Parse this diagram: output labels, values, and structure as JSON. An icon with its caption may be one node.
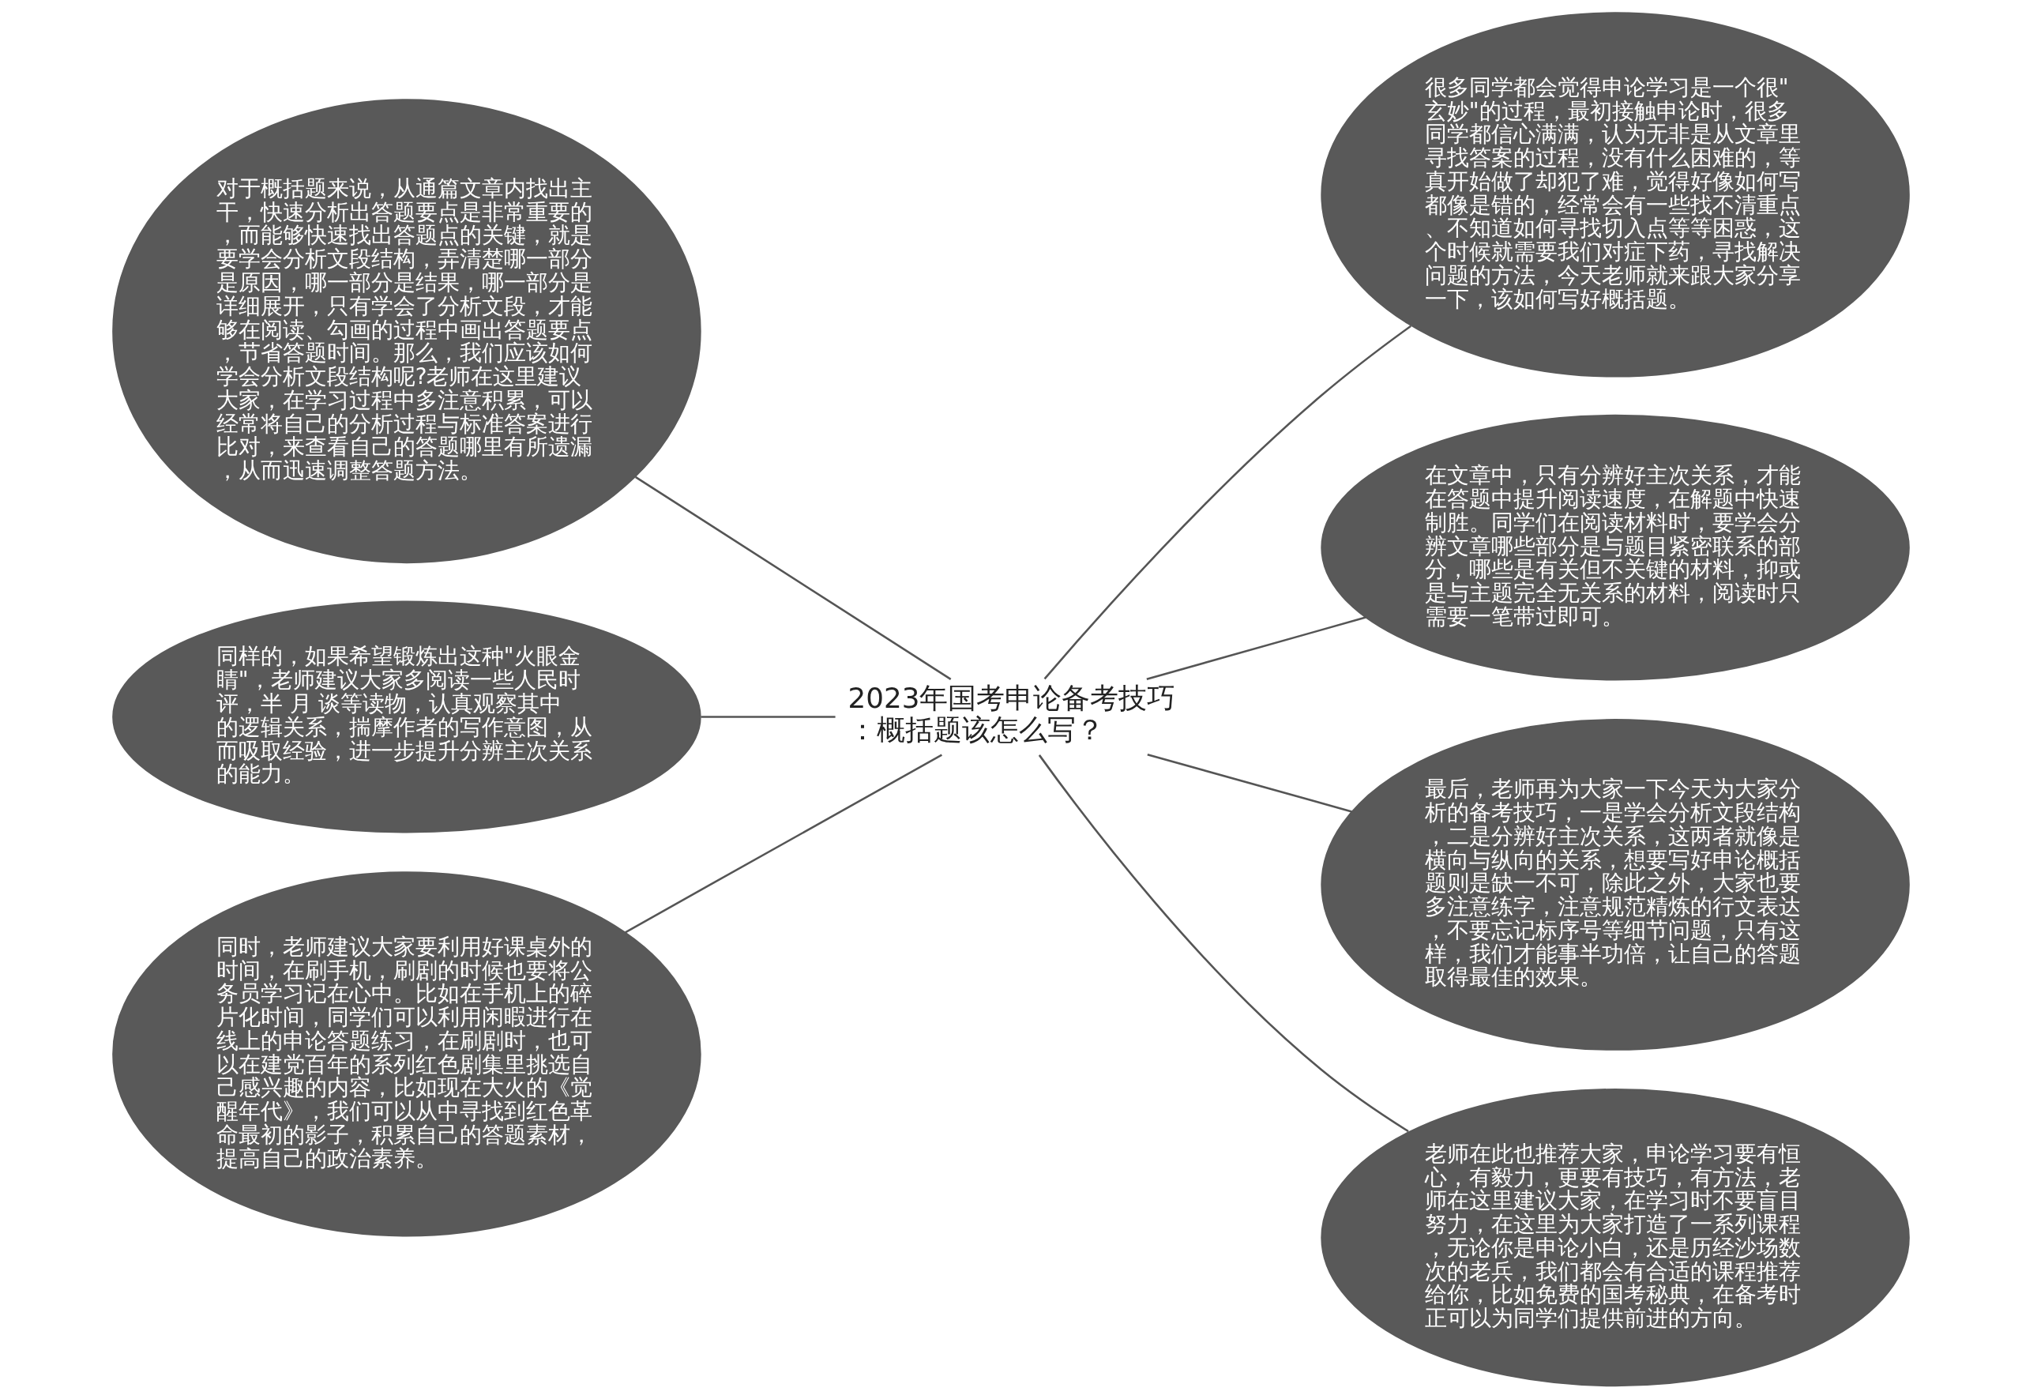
{
  "diagram": {
    "nodes": [
      {
        "text": [
          "2023年国考申论备考技巧：概括题该怎么写？"
        ]
      },
      {
        "text": [
          "对于概括题来说，从通篇文章内找出主干，快速分析出答题要点是非常重要的，而能够快速找出答题点的关键，就是要学会分析文段结构，弄清楚哪一部分是原因，哪一部分是结果，哪一部分是详细展开，只有学会了分析文段，才能够在阅读、勾画的过程中画出答题要点，节省答题时间。那么，我们应该如何学会分析文段结构呢?老师在这里建议大家，在学习过程中多注意积累，可以经常将自己的分析过程与标准答案进行比对，来查看自己的答题哪里有所遗漏，从而迅速调整答题方法。"
        ]
      },
      {
        "text": [
          "同样的，如果希望锻炼出这种\"火眼金睛\"，老师建议大家多阅读一些人民时评，半 月 谈等读物，认真观察其中的逻辑关系，揣摩作者的写作意图，从而吸取经验，进一步提升分辨主次关系的能力。"
        ]
      },
      {
        "text": [
          "同时，老师建议大家要利用好课桌外的时间，在刷手机，刷剧的时候也要将公务员学习记在心中。比如在手机上的碎片化时间，同学们可以利用闲暇进行在线上的申论答题练习，在刷剧时，也可以在建党百年的系列红色剧集里挑选自己感兴趣的内容，比如现在大火的《觉醒年代》，我们可以从中寻找到红色革命最初的影子，积累自己的答题素材，提高自己的政治素养。"
        ]
      },
      {
        "text": [
          "很多同学都会觉得申论学习是一个很\"玄妙\"的过程，最初接触申论时，很多同学都信心满满，认为无非是从文章里寻找答案的过程，没有什么困难的，等真开始做了却犯了难，觉得好像如何写都像是错的，经常会有一些找不清重点、不知道如何寻找切入点等等困惑，这个时候就需要我们对症下药，寻找解决问题的方法，今天老师就来跟大家分享一下，该如何写好概括题。"
        ]
      },
      {
        "text": [
          "在文章中，只有分辨好主次关系，才能在答题中提升阅读速度，在解题中快速制胜。同学们在阅读材料时，要学会分辨文章哪些部分是与题目紧密联系的部分，哪些是有关但不关键的材料，抑或是与主题完全无关系的材料，阅读时只需要一笔带过即可。"
        ]
      },
      {
        "text": [
          "最后，老师再为大家一下今天为大家分析的备考技巧，一是学会分析文段结构，二是分辨好主次关系，这两者就像是横向与纵向的关系，想要写好申论概括题则是缺一不可，除此之外，大家也要多注意练字，注意规范精炼的行文表达，不要忘记标序号等细节问题，只有这样，我们才能事半功倍，让自己的答题取得最佳的效果。"
        ]
      },
      {
        "text": [
          "老师在此也推荐大家，申论学习要有恒心，有毅力，更要有技巧，有方法，老师在这里建议大家，在学习时不要盲目努力，在这里为大家打造了一系列课程，无论你是申论小白，还是历经沙场数次的老兵，我们都会有合适的课程推荐给你，比如免费的国考秘典，在备考时正可以为同学们提供前进的方向。"
        ]
      }
    ],
    "edges": [
      {
        "from": 0,
        "to": 1,
        "arrow": "none"
      },
      {
        "from": 0,
        "to": 2,
        "arrow": "none"
      },
      {
        "from": 0,
        "to": 3,
        "arrow": "none"
      },
      {
        "from": 0,
        "to": 4,
        "arrow": "none"
      },
      {
        "from": 0,
        "to": 5,
        "arrow": "none"
      },
      {
        "from": 0,
        "to": 6,
        "arrow": "none"
      },
      {
        "from": 0,
        "to": 7,
        "arrow": "none"
      }
    ]
  }
}
